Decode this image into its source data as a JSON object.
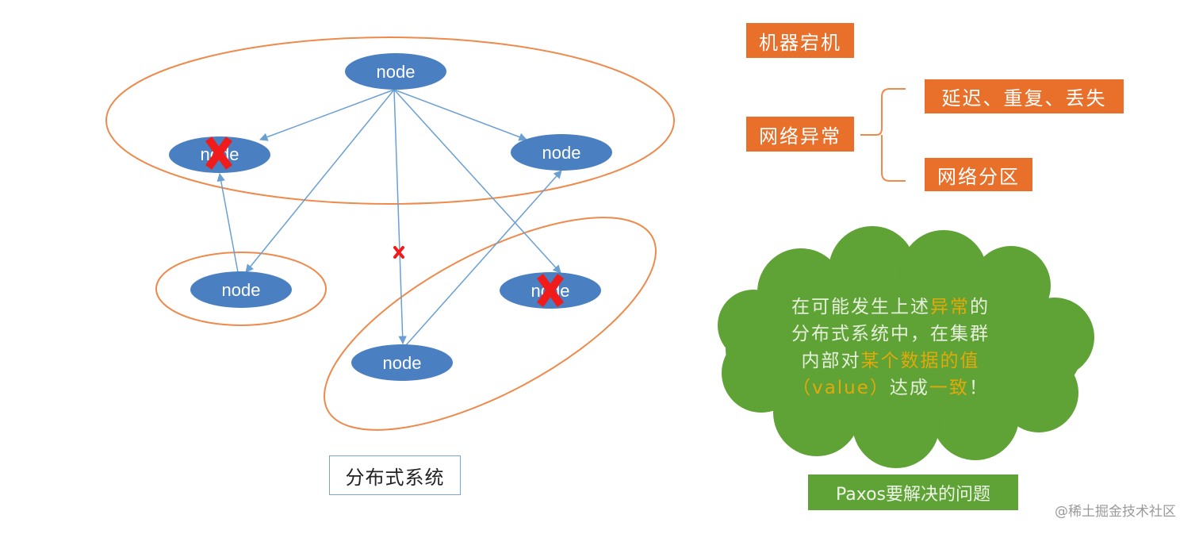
{
  "diagram": {
    "nodes": [
      {
        "id": "top",
        "label": "node",
        "failed": false
      },
      {
        "id": "left-upper",
        "label": "node",
        "failed": true
      },
      {
        "id": "right-upper",
        "label": "node",
        "failed": false
      },
      {
        "id": "left-lower",
        "label": "node",
        "failed": false
      },
      {
        "id": "right-lower",
        "label": "node",
        "failed": true
      },
      {
        "id": "bottom",
        "label": "node",
        "failed": false
      }
    ],
    "edges": [
      {
        "from": "top",
        "to": "left-upper"
      },
      {
        "from": "top",
        "to": "right-upper"
      },
      {
        "from": "top",
        "to": "left-lower"
      },
      {
        "from": "top",
        "to": "bottom",
        "dropped": true
      },
      {
        "from": "top",
        "to": "right-lower"
      },
      {
        "from": "left-lower",
        "to": "left-upper"
      },
      {
        "from": "bottom",
        "to": "right-upper"
      }
    ],
    "system_label": "分布式系统"
  },
  "anomalies": {
    "machine_crash": "机器宕机",
    "network_anomaly": "网络异常",
    "delay_dup_loss": "延迟、重复、丢失",
    "network_partition": "网络分区"
  },
  "cloud": {
    "line1_a": "在可能发生上述",
    "line1_hl": "异常",
    "line1_b": "的",
    "line2": "分布式系统中，在集群",
    "line3_a": "内部对",
    "line3_hl": "某个数据的值",
    "line4_hl1": "（value）",
    "line4_a": "达成",
    "line4_hl2": "一致",
    "line4_b": "！"
  },
  "paxos_label": "Paxos要解决的问题",
  "watermark": "@稀土掘金技术社区",
  "colors": {
    "node_fill": "#4a7fc1",
    "edge": "#6a9fd4",
    "partition": "#ee8a4c",
    "fail_mark": "#f01c1c",
    "orange_box": "#e8702a",
    "cloud": "#5fa236",
    "highlight": "#e2a90a"
  }
}
